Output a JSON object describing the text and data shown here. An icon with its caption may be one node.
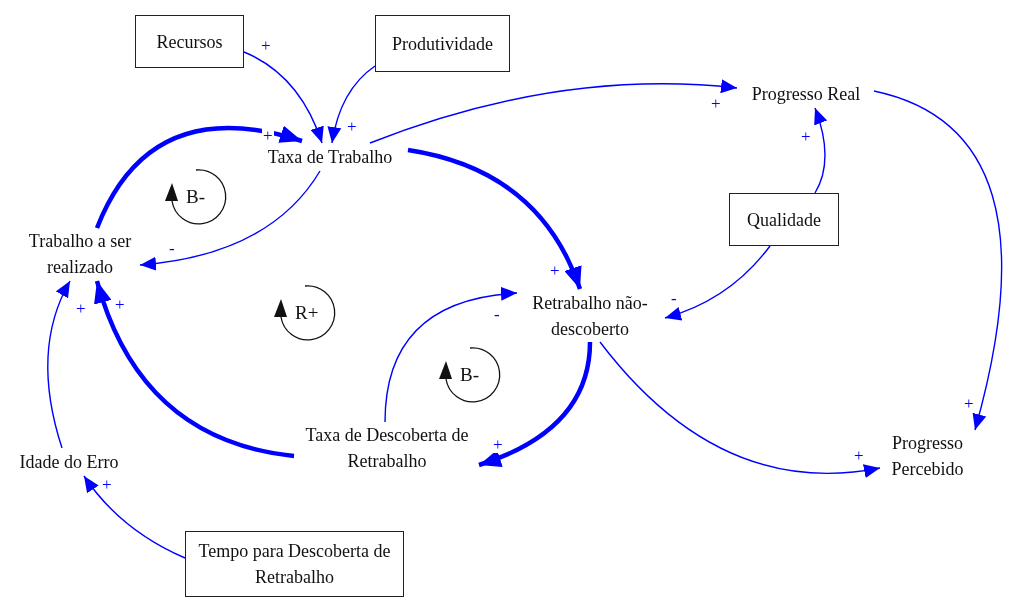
{
  "diagram": {
    "nodes": [
      {
        "text": [
          "Recursos"
        ]
      },
      {
        "text": [
          "Produtividade"
        ]
      },
      {
        "text": [
          "Taxa de Trabalho"
        ]
      },
      {
        "text": [
          "Progresso Real"
        ]
      },
      {
        "text": [
          "Trabalho a ser realizado"
        ]
      },
      {
        "text": [
          "Qualidade"
        ]
      },
      {
        "text": [
          "Retrabalho não-descoberto"
        ]
      },
      {
        "text": [
          "Taxa de Descoberta de Retrabalho"
        ]
      },
      {
        "text": [
          "Idade do Erro"
        ]
      },
      {
        "text": [
          "Progresso Percebido"
        ]
      },
      {
        "text": [
          "Tempo para Descoberta de Retrabalho"
        ]
      }
    ],
    "edges": [
      {
        "from": 0,
        "to": 2,
        "arrow": "to",
        "label": "+"
      },
      {
        "from": 1,
        "to": 2,
        "arrow": "to",
        "label": "+"
      },
      {
        "from": 2,
        "to": 3,
        "arrow": "to",
        "label": "+"
      },
      {
        "from": 4,
        "to": 2,
        "arrow": "to",
        "label": "+",
        "style": "thick"
      },
      {
        "from": 2,
        "to": 4,
        "arrow": "to",
        "label": "-"
      },
      {
        "from": 2,
        "to": 6,
        "arrow": "to",
        "label": "+",
        "style": "thick"
      },
      {
        "from": 5,
        "to": 3,
        "arrow": "to",
        "label": "+"
      },
      {
        "from": 5,
        "to": 6,
        "arrow": "to",
        "label": "-"
      },
      {
        "from": 7,
        "to": 6,
        "arrow": "to",
        "label": "-"
      },
      {
        "from": 6,
        "to": 7,
        "arrow": "to",
        "label": "+",
        "style": "thick"
      },
      {
        "from": 7,
        "to": 4,
        "arrow": "to",
        "label": "+",
        "style": "thick"
      },
      {
        "from": 8,
        "to": 4,
        "arrow": "to",
        "label": "+"
      },
      {
        "from": 10,
        "to": 8,
        "arrow": "to",
        "label": "+"
      },
      {
        "from": 6,
        "to": 9,
        "arrow": "to",
        "label": "+"
      },
      {
        "from": 3,
        "to": 9,
        "arrow": "to",
        "label": "+"
      }
    ],
    "labels": [
      "B-",
      "R+",
      "B-"
    ]
  }
}
